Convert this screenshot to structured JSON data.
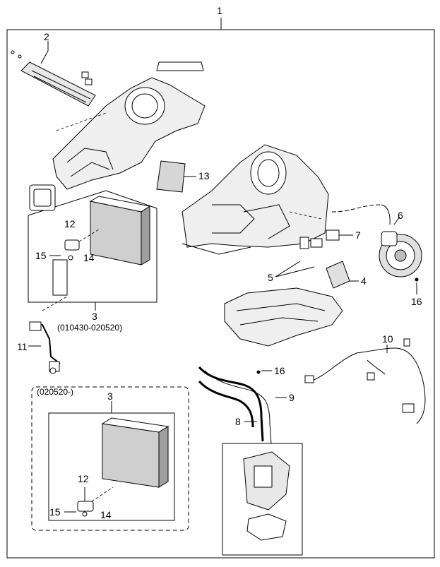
{
  "callouts": {
    "c1": "1",
    "c2": "2",
    "c3_top": "3",
    "c3_date": "(010430-020520)",
    "c4": "4",
    "c5": "5",
    "c6": "6",
    "c7": "7",
    "c8": "8",
    "c9": "9",
    "c10": "10",
    "c11": "11",
    "c12_top": "12",
    "c13": "13",
    "c14_top": "14",
    "c15_top": "15",
    "c16_right": "16",
    "c16_mid": "16",
    "variant_label": "(020520-)",
    "c3_bottom": "3",
    "c12_bottom": "12",
    "c14_bottom": "14",
    "c15_bottom": "15"
  },
  "colors": {
    "line": "#000000",
    "fill_light": "#e8e8e8",
    "fill_mid": "#bdbdbd",
    "fill_dark": "#555555"
  }
}
